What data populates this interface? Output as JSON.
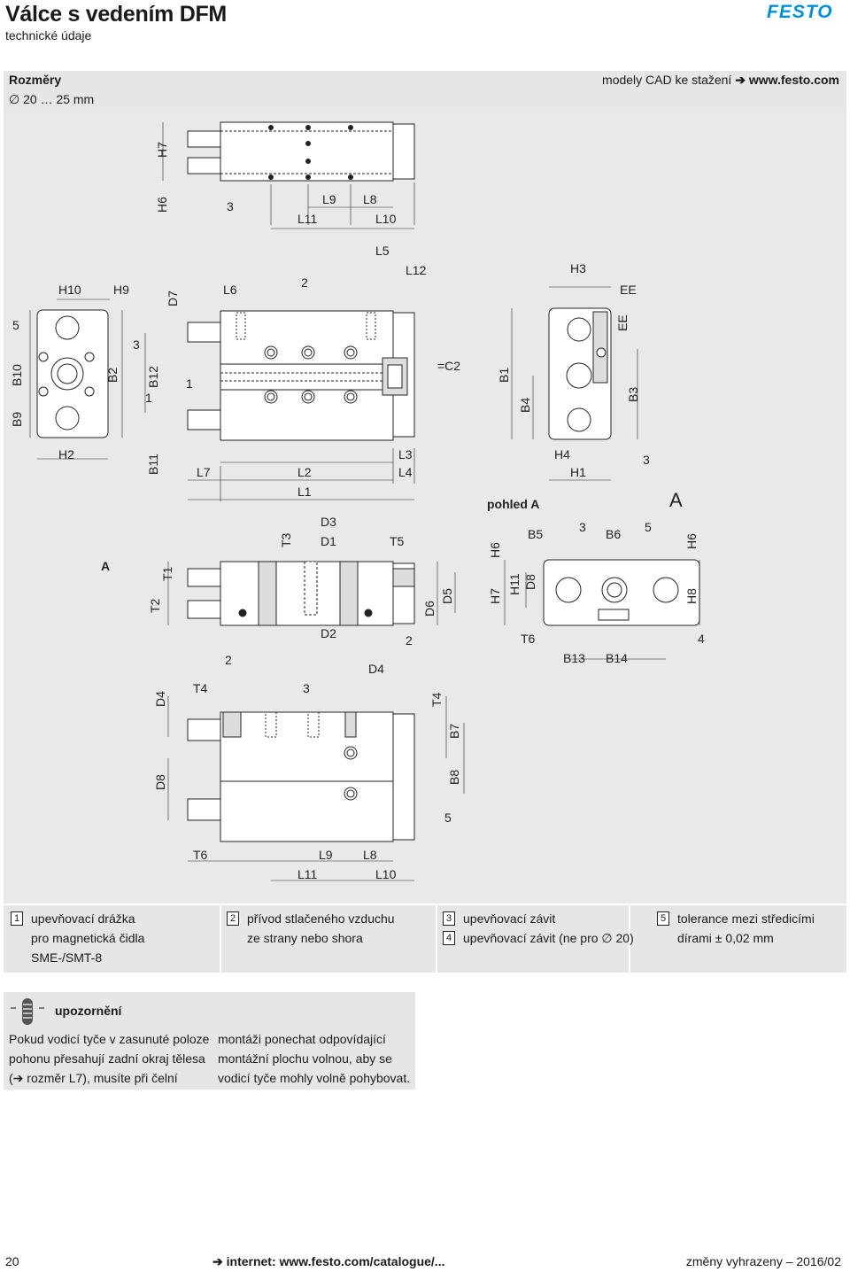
{
  "header": {
    "title": "Válce s vedením DFM",
    "subtitle": "technické údaje",
    "logo_text": "FESTO",
    "brand_color": "#0091dc"
  },
  "dims_bar": {
    "heading": "Rozměry",
    "range": "∅ 20 … 25 mm",
    "cad_prefix": "modely CAD ke stažení ",
    "cad_arrow": "➔",
    "cad_link": "www.festo.com"
  },
  "drawing": {
    "top_view": {
      "labels": [
        "H7",
        "H6",
        "3",
        "L9",
        "L8",
        "L11",
        "L10"
      ]
    },
    "side_view": {
      "labels": [
        "H10",
        "H9",
        "D7",
        "L6",
        "2",
        "L5",
        "L12",
        "5",
        "B10",
        "B9",
        "3",
        "B2",
        "B12",
        "1",
        "1",
        "=C2",
        "H2",
        "B11",
        "L7",
        "L2",
        "L1",
        "L3",
        "L4"
      ]
    },
    "end_view": {
      "labels": [
        "H3",
        "EE",
        "EE",
        "B1",
        "B4",
        "B3",
        "H4",
        "H1",
        "3"
      ]
    },
    "section_view": {
      "labels": [
        "A",
        "T2",
        "T1",
        "T3",
        "D3",
        "D1",
        "T5",
        "D6",
        "D5",
        "2",
        "D2",
        "2",
        "D4"
      ]
    },
    "view_a": {
      "heading": "pohled A",
      "letter": "A",
      "labels": [
        "H6",
        "H7",
        "H11",
        "D8",
        "B5",
        "3",
        "B6",
        "5",
        "H6",
        "H8",
        "T6",
        "B13",
        "B14",
        "4"
      ]
    },
    "bottom_view": {
      "labels": [
        "D4",
        "T4",
        "3",
        "T4",
        "B7",
        "D8",
        "B8",
        "5",
        "T6",
        "L9",
        "L8",
        "L11",
        "L10"
      ]
    }
  },
  "legend": [
    {
      "num": "1",
      "text": [
        "upevňovací drážka",
        "pro magnetická čidla",
        "SME-/SMT-8"
      ]
    },
    {
      "num": "2",
      "text": [
        "přívod stlačeného vzduchu",
        "ze strany nebo shora"
      ]
    },
    {
      "num": "3",
      "text": [
        "upevňovací závit"
      ]
    },
    {
      "num": "4",
      "text": [
        "upevňovací závit (ne pro ∅ 20)"
      ]
    },
    {
      "num": "5",
      "text": [
        "tolerance mezi středicími",
        "dírami ± 0,02 mm"
      ]
    }
  ],
  "note": {
    "heading": "upozornění",
    "col1": [
      "Pokud vodicí tyče v zasunuté poloze",
      "pohonu přesahují zadní okraj tělesa",
      "(➔ rozměr L7), musíte při čelní"
    ],
    "col2": [
      "montáži ponechat odpovídající",
      "montážní plochu volnou, aby se",
      "vodicí tyče mohly volně pohybovat."
    ]
  },
  "footer": {
    "page": "20",
    "link_arrow": "➔",
    "link": "internet: www.festo.com/catalogue/...",
    "right": "změny vyhrazeny – 2016/02"
  }
}
